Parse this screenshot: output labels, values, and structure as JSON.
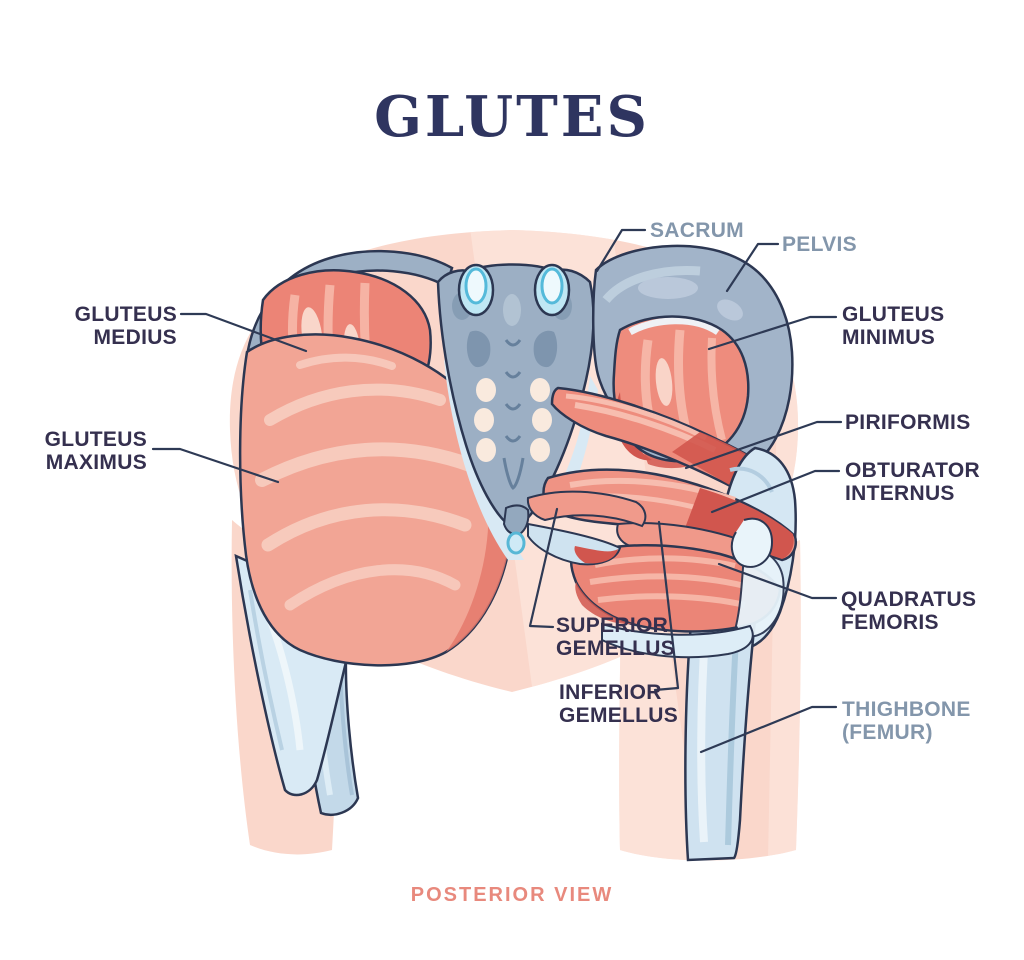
{
  "title": "GLUTES",
  "footer": "POSTERIOR VIEW",
  "view": "Posterior view anatomical diagram of gluteal muscles and pelvis",
  "colors": {
    "title_navy": "#2f3560",
    "muscle_label": "#35304f",
    "bone_label": "#8396ab",
    "footer_salmon": "#e8897d",
    "leader_line": "#2e3a55",
    "muscle_base": "#ee8c7d",
    "muscle_light": "#f6b5a6",
    "muscle_dark": "#d1564e",
    "maximus_base": "#f2a595",
    "bone_gray": "#a2b4c9",
    "bone_blue": "#cfe2f0",
    "fascia_blue": "#d9eaf5",
    "cartilage_cyan": "#bfe7f4",
    "background_pink": "#fad7cb"
  },
  "labels": {
    "sacrum": {
      "line1": "SACRUM"
    },
    "pelvis": {
      "line1": "PELVIS"
    },
    "gluteus_medius": {
      "line1": "GLUTEUS",
      "line2": "MEDIUS"
    },
    "gluteus_minimus": {
      "line1": "GLUTEUS",
      "line2": "MINIMUS"
    },
    "gluteus_maximus": {
      "line1": "GLUTEUS",
      "line2": "MAXIMUS"
    },
    "piriformis": {
      "line1": "PIRIFORMIS"
    },
    "obturator_internus": {
      "line1": "OBTURATOR",
      "line2": "INTERNUS"
    },
    "superior_gemellus": {
      "line1": "SUPERIOR",
      "line2": "GEMELLUS"
    },
    "inferior_gemellus": {
      "line1": "INFERIOR",
      "line2": "GEMELLUS"
    },
    "quadratus_femoris": {
      "line1": "QUADRATUS",
      "line2": "FEMORIS"
    },
    "thighbone_femur": {
      "line1": "THIGHBONE",
      "line2": "(FEMUR)"
    }
  }
}
